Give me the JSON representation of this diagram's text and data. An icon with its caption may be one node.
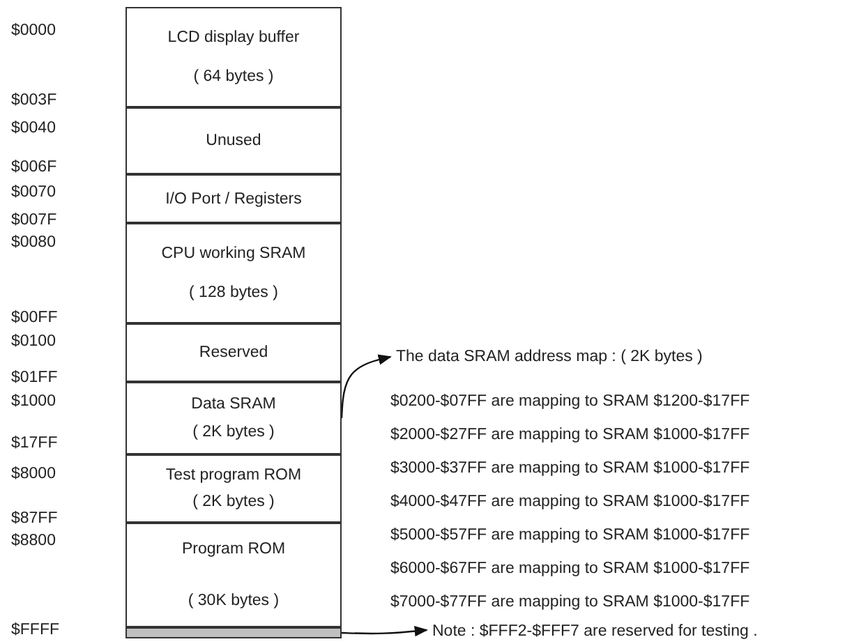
{
  "diagram": {
    "nodes": [
      {
        "text": [
          "LCD display buffer",
          "( 64 bytes )"
        ]
      },
      {
        "text": [
          "Unused"
        ]
      },
      {
        "text": [
          "I/O Port / Registers"
        ]
      },
      {
        "text": [
          "CPU working SRAM",
          "( 128 bytes )"
        ]
      },
      {
        "text": [
          "Reserved"
        ]
      },
      {
        "text": [
          "Data SRAM",
          "( 2K bytes )"
        ]
      },
      {
        "text": [
          "Test program ROM",
          "( 2K bytes )"
        ]
      },
      {
        "text": [
          "Program ROM",
          "( 30K bytes )"
        ]
      },
      {
        "text": [],
        "shape": "bar"
      },
      {
        "text": [
          "The data SRAM address map : ( 2K bytes )",
          "$0200-$07FF are mapping to SRAM $1200-$17FF",
          "$2000-$27FF are mapping to SRAM $1000-$17FF",
          "$3000-$37FF are mapping to SRAM $1000-$17FF",
          "$4000-$47FF are mapping to SRAM $1000-$17FF",
          "$5000-$57FF are mapping to SRAM $1000-$17FF",
          "$6000-$67FF are mapping to SRAM $1000-$17FF",
          "$7000-$77FF are mapping to SRAM $1000-$17FF"
        ]
      },
      {
        "text": [
          "Note : $FFF2-$FFF7 are reserved for testing ."
        ]
      }
    ],
    "edges": [
      {
        "from": 5,
        "to": 9,
        "arrow": "to"
      },
      {
        "from": 8,
        "to": 10,
        "arrow": "to"
      }
    ],
    "labels": [
      "$0000",
      "$003F",
      "$0040",
      "$006F",
      "$0070",
      "$007F",
      "$0080",
      "$00FF",
      "$0100",
      "$01FF",
      "$1000",
      "$17FF",
      "$8000",
      "$87FF",
      "$8800",
      "$FFFF"
    ]
  }
}
